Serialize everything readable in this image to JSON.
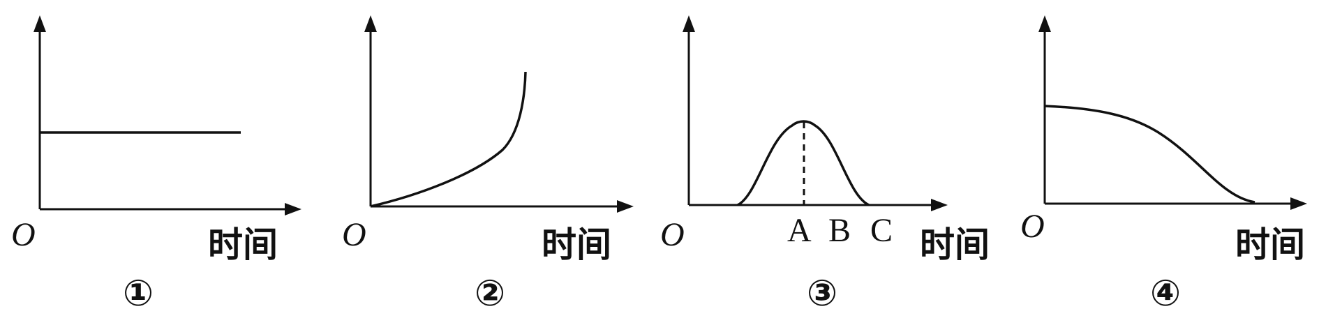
{
  "panels": [
    {
      "origin": "O",
      "x_axis_label": "时间",
      "number": "①",
      "curve": "constant"
    },
    {
      "origin": "O",
      "x_axis_label": "时间",
      "number": "②",
      "curve": "increasing-accelerating"
    },
    {
      "origin": "O",
      "x_axis_label": "时间",
      "number": "③",
      "curve": "bell-peak-at-A",
      "points": [
        "A",
        "B",
        "C"
      ]
    },
    {
      "origin": "O",
      "x_axis_label": "时间",
      "number": "④",
      "curve": "decreasing-from-high"
    }
  ]
}
